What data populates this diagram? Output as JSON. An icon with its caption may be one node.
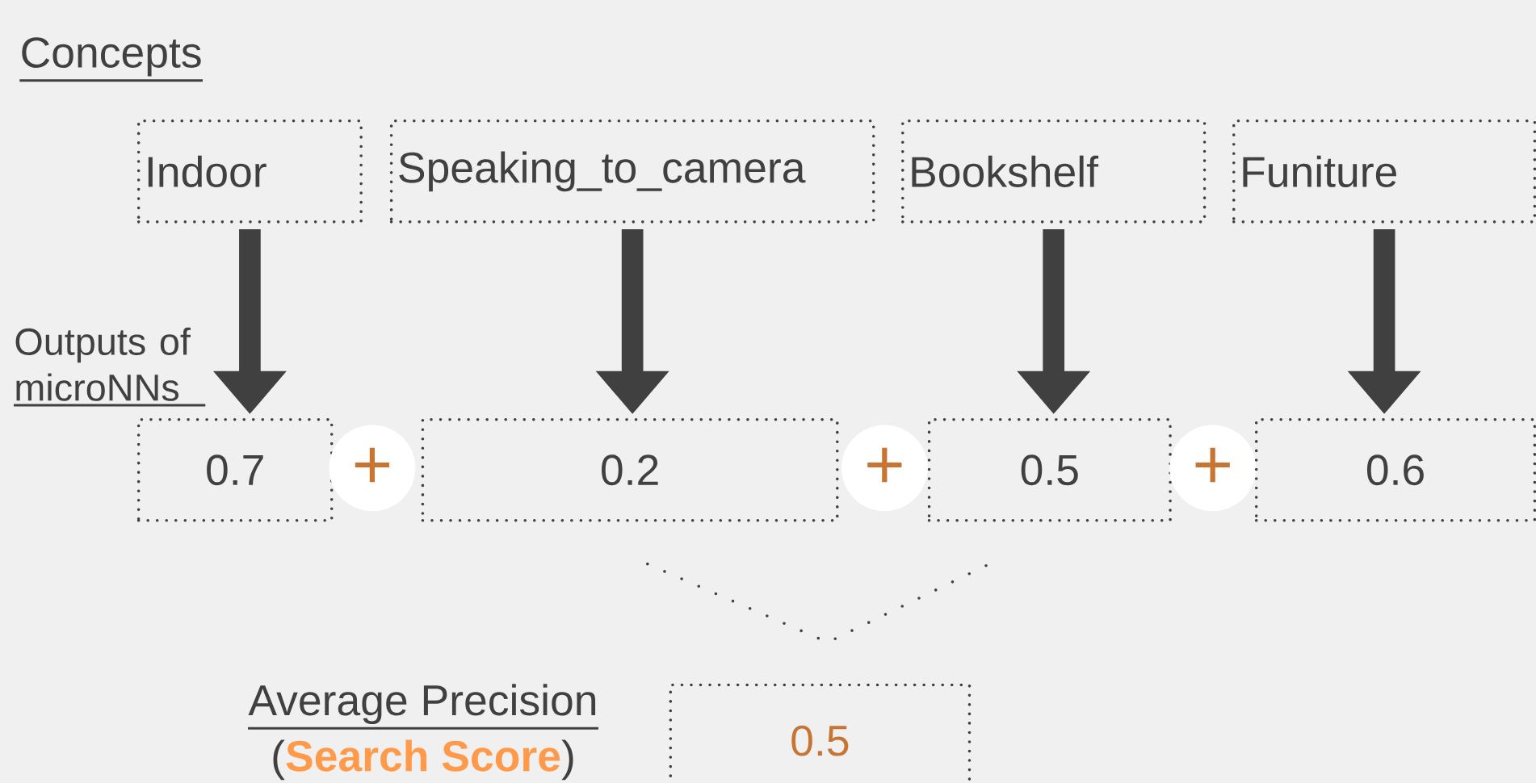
{
  "diagram": {
    "nodes": [
      {
        "text": [
          "Indoor"
        ]
      },
      {
        "text": [
          "Speaking_to_camera"
        ]
      },
      {
        "text": [
          "Bookshelf"
        ]
      },
      {
        "text": [
          "Funiture"
        ]
      },
      {
        "text": [
          "0.7"
        ]
      },
      {
        "text": [
          "+"
        ]
      },
      {
        "text": [
          "0.2"
        ]
      },
      {
        "text": [
          "+"
        ]
      },
      {
        "text": [
          "0.5"
        ]
      },
      {
        "text": [
          "+"
        ]
      },
      {
        "text": [
          "0.6"
        ]
      },
      {
        "text": [
          "0.5"
        ]
      }
    ],
    "edges": [
      {
        "from": 0,
        "to": 4,
        "arrow": "to"
      },
      {
        "from": 1,
        "to": 6,
        "arrow": "to"
      },
      {
        "from": 2,
        "to": 8,
        "arrow": "to"
      },
      {
        "from": 3,
        "to": 10,
        "arrow": "to"
      }
    ],
    "labels": [
      "Concepts",
      "Outputs of microNNs",
      "Average Precision",
      "(**Search Score**)"
    ]
  }
}
